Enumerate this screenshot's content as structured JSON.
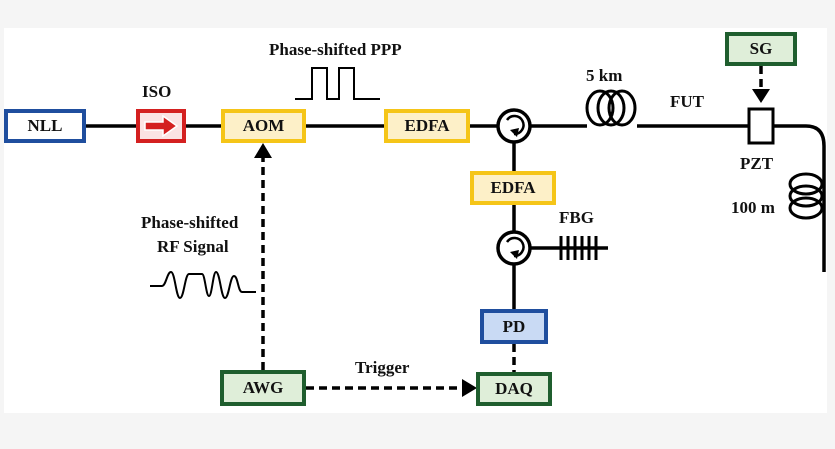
{
  "components": {
    "nll": "NLL",
    "iso": "ISO",
    "aom": "AOM",
    "edfa_main": "EDFA",
    "edfa_return": "EDFA",
    "sg": "SG",
    "pd": "PD",
    "awg": "AWG",
    "daq": "DAQ"
  },
  "labels": {
    "phase_shifted_ppp": "Phase-shifted PPP",
    "fiber_5km": "5 km",
    "fut": "FUT",
    "pzt": "PZT",
    "fiber_100m": "100 m",
    "fbg": "FBG",
    "rf_signal_line1": "Phase-shifted",
    "rf_signal_line2": "RF Signal",
    "trigger": "Trigger"
  },
  "colors": {
    "blue": "#1f4e9e",
    "blue_fill": "#ffffff",
    "pd_fill": "#c9daf4",
    "red": "#d42020",
    "yellow_border": "#f5c518",
    "yellow_fill": "#fdf0c8",
    "green_border": "#1f5e2e",
    "green_fill": "#dfeed9"
  }
}
